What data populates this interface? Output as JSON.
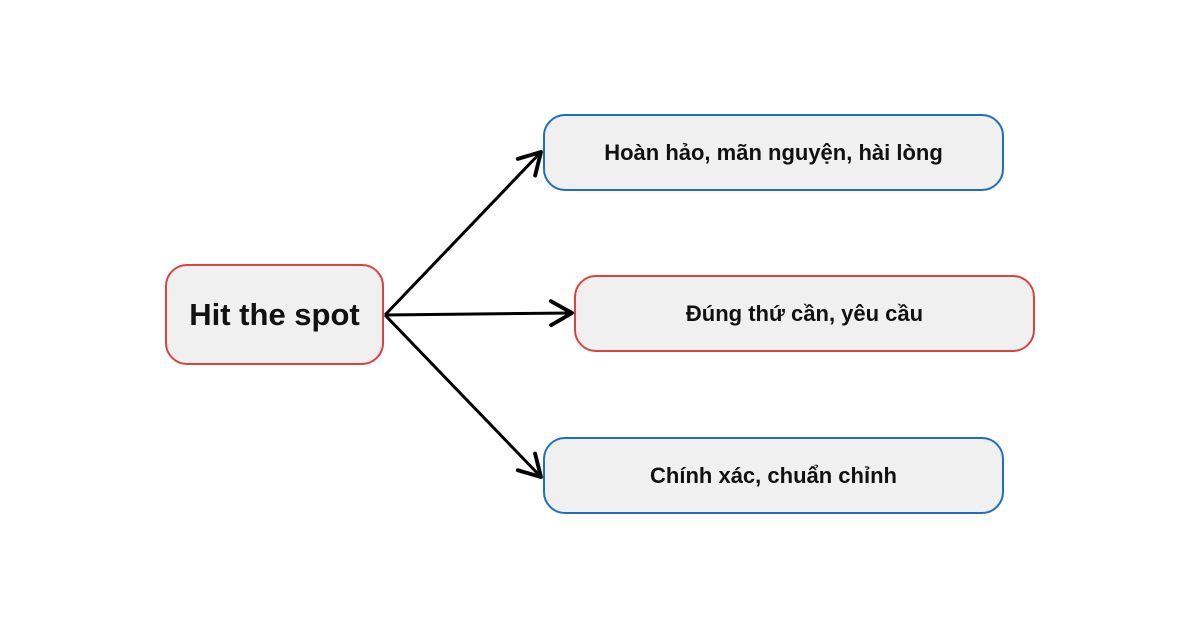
{
  "root": {
    "label": "Hit the spot"
  },
  "branches": [
    {
      "label": "Hoàn hảo, mãn nguyện, hài lòng"
    },
    {
      "label": "Đúng thứ cần, yêu cầu"
    },
    {
      "label": "Chính xác, chuẩn chỉnh"
    }
  ],
  "colors": {
    "node_fill": "#f0f0f0",
    "root_border": "#d9443f",
    "branch_blue_border": "#1f6fc0",
    "branch_red_border": "#d9443f",
    "arrow": "#000000",
    "text": "#111111"
  }
}
